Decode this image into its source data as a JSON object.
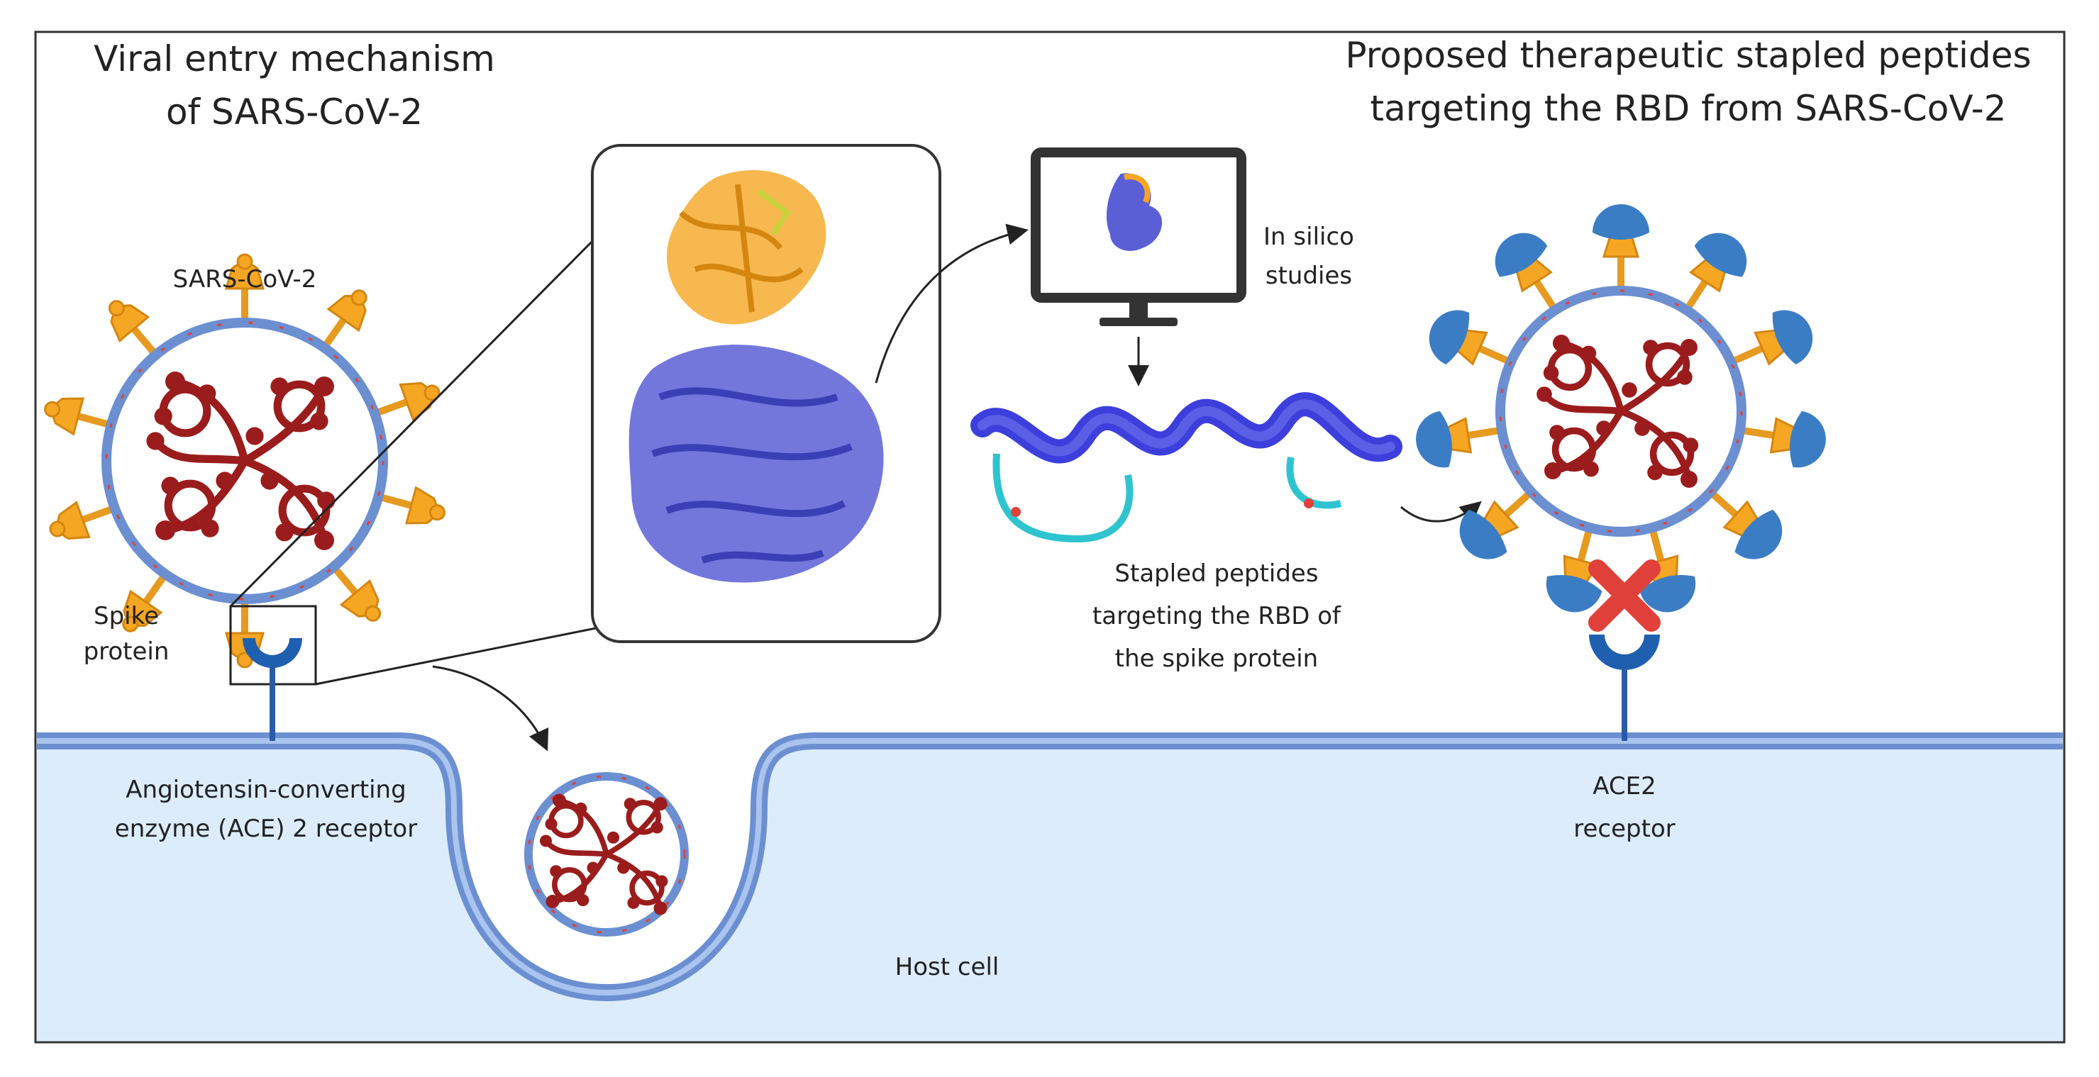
{
  "left_title": {
    "line1": "Viral entry mechanism",
    "line2": "of SARS-CoV-2"
  },
  "right_title": {
    "line1": "Proposed therapeutic stapled peptides",
    "line2": "targeting the RBD from SARS-CoV-2"
  },
  "labels": {
    "virus": "SARS-CoV-2",
    "spike_line1": "Spike",
    "spike_line2": "protein",
    "ace_line1": "Angiotensin-converting",
    "ace_line2": "enzyme (ACE) 2 receptor",
    "silico_line1": "In silico",
    "silico_line2": "studies",
    "stapled_line1": "Stapled peptides",
    "stapled_line2": "targeting the RBD of",
    "stapled_line3": "the spike protein",
    "ace2_line1": "ACE2",
    "ace2_line2": "receptor",
    "host": "Host cell"
  },
  "colors": {
    "membrane": "#6b8fd1",
    "cytoplasm": "#dcecfb",
    "spike": "#f5a623",
    "rna": "#9b1c1c",
    "receptor": "#1f5fb0",
    "protein": "#5a5fd6",
    "blocker": "#e0403a",
    "peptide_bound": "#3b7dc4"
  }
}
